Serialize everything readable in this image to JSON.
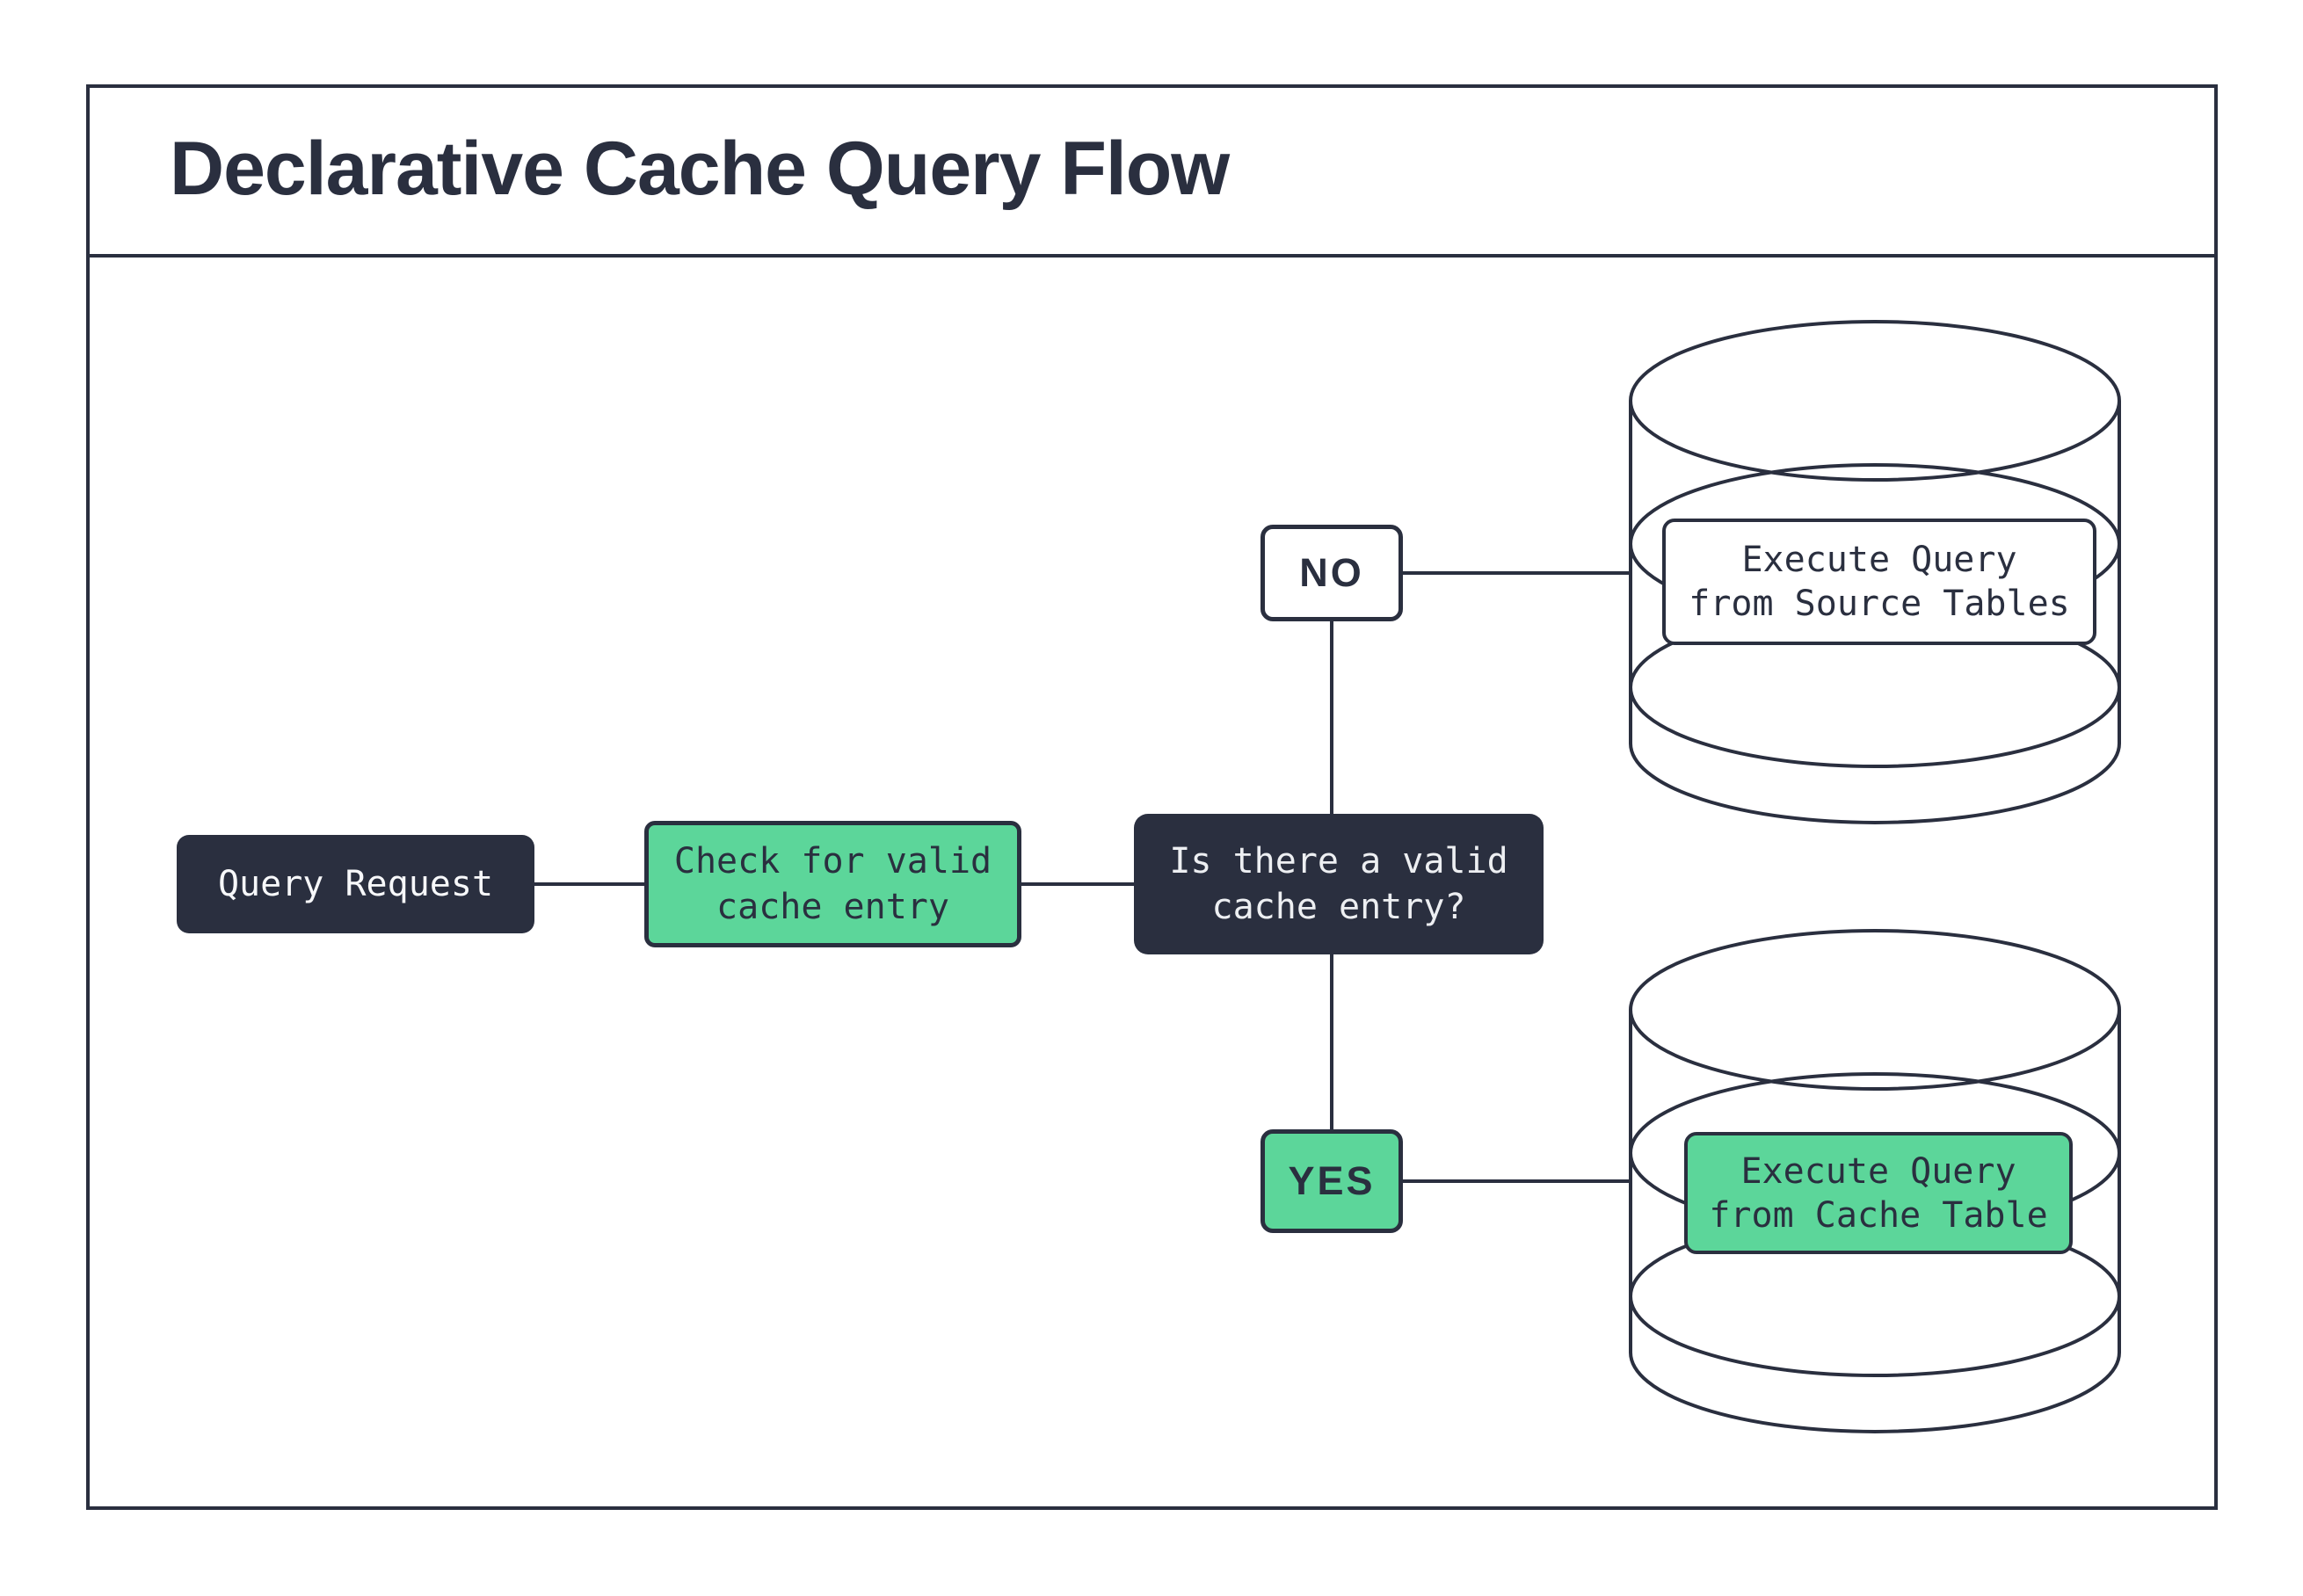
{
  "title": "Declarative Cache Query Flow",
  "colors": {
    "dark_navy": "#2a2f3f",
    "green": "#5cd69a",
    "light_text": "#edeff2",
    "background": "#ffffff"
  },
  "nodes": {
    "query_request": {
      "label": "Query Request"
    },
    "check_cache": {
      "label": "Check for valid\ncache entry"
    },
    "decision": {
      "label": "Is there a valid\ncache entry?"
    },
    "no_branch": {
      "label": "NO"
    },
    "yes_branch": {
      "label": "YES"
    },
    "source_db": {
      "label": "Execute Query\nfrom Source Tables"
    },
    "cache_db": {
      "label": "Execute Query\nfrom Cache Table"
    }
  }
}
